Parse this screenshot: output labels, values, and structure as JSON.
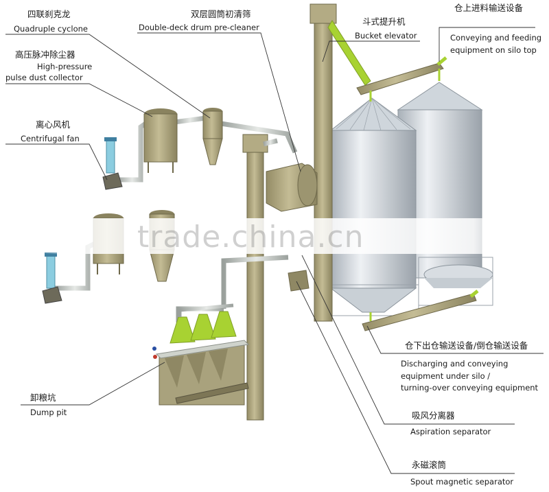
{
  "labels": {
    "quadruple_cyclone": {
      "cn": "四联刹克龙",
      "en": "Quadruple cyclone"
    },
    "pulse_dust_collector": {
      "cn": "高压脉冲除尘器",
      "en1": "High-pressure",
      "en2": "pulse dust collector"
    },
    "centrifugal_fan": {
      "cn": "离心风机",
      "en": "Centrifugal fan"
    },
    "drum_pre_cleaner": {
      "cn": "双层圆筒初清筛",
      "en": "Double-deck drum pre-cleaner"
    },
    "bucket_elevator": {
      "cn": "斗式提升机",
      "en": "Bucket elevator"
    },
    "silo_top_conveyor": {
      "cn": "仓上进料输送设备",
      "en1": "Conveying and feeding",
      "en2": "equipment on silo top"
    },
    "discharging_conveyor": {
      "cn": "仓下出仓输送设备/倒仓输送设备",
      "en1": "Discharging and conveying",
      "en2": "equipment under silo /",
      "en3": "turning-over conveying equipment"
    },
    "aspiration_separator": {
      "cn": "吸风分离器",
      "en": "Aspiration separator"
    },
    "magnetic_separator": {
      "cn": "永磁滚筒",
      "en": "Spout magnetic separator"
    },
    "dump_pit": {
      "cn": "卸粮坑",
      "en": "Dump pit"
    }
  },
  "watermark": "trade.china.cn",
  "colors": {
    "equipment": "#b5ad86",
    "equipment_dark": "#8f8864",
    "pipe": "#c9ccc8",
    "accent": "#a8d232",
    "silo": "#d9dee3",
    "leader": "#333333"
  }
}
